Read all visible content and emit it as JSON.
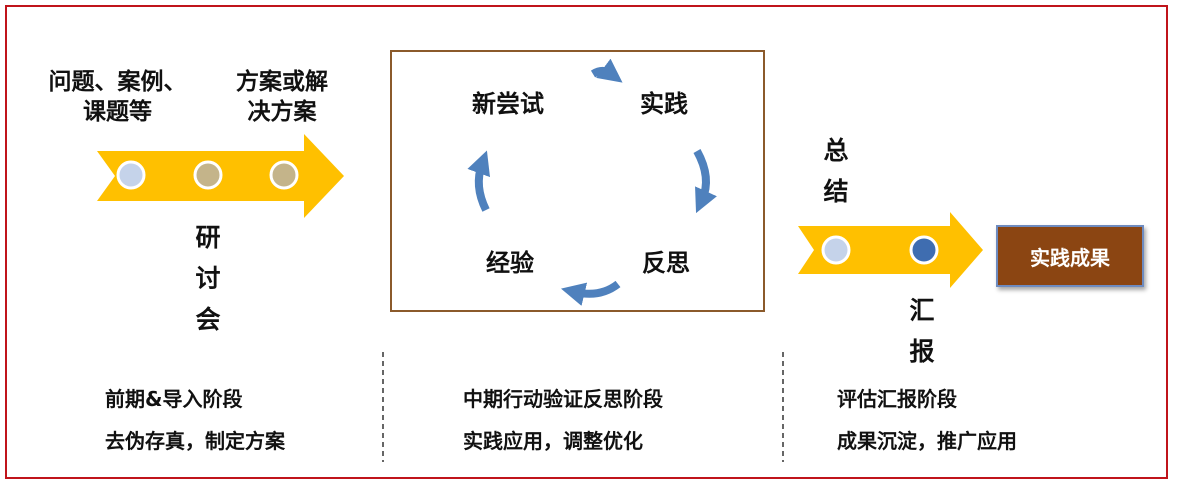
{
  "left_section": {
    "inputs_label": "问题、案例、\n课题等",
    "outputs_label": "方案或解\n决方案",
    "seminar_label": [
      "研",
      "讨",
      "会"
    ],
    "stage_title": "前期&导入阶段",
    "stage_desc": "去伪存真，制定方案"
  },
  "cycle": {
    "steps": [
      "新尝试",
      "实践",
      "反思",
      "经验"
    ],
    "stage_title": "中期行动验证反思阶段",
    "stage_desc": "实践应用，调整优化"
  },
  "right_section": {
    "summary_label": [
      "总",
      "结"
    ],
    "report_label": [
      "汇",
      "报"
    ],
    "result_label": "实践成果",
    "stage_title": "评估汇报阶段",
    "stage_desc": "成果沉淀，推广应用"
  },
  "colors": {
    "frame": "#c0141b",
    "arrow": "#ffc000",
    "cycle_arrow": "#4f81bd",
    "result_box": "#8b4512",
    "dot_light": "#c5d3ea",
    "dot_tan": "#c4b48a",
    "dot_blue": "#3f6db0"
  }
}
